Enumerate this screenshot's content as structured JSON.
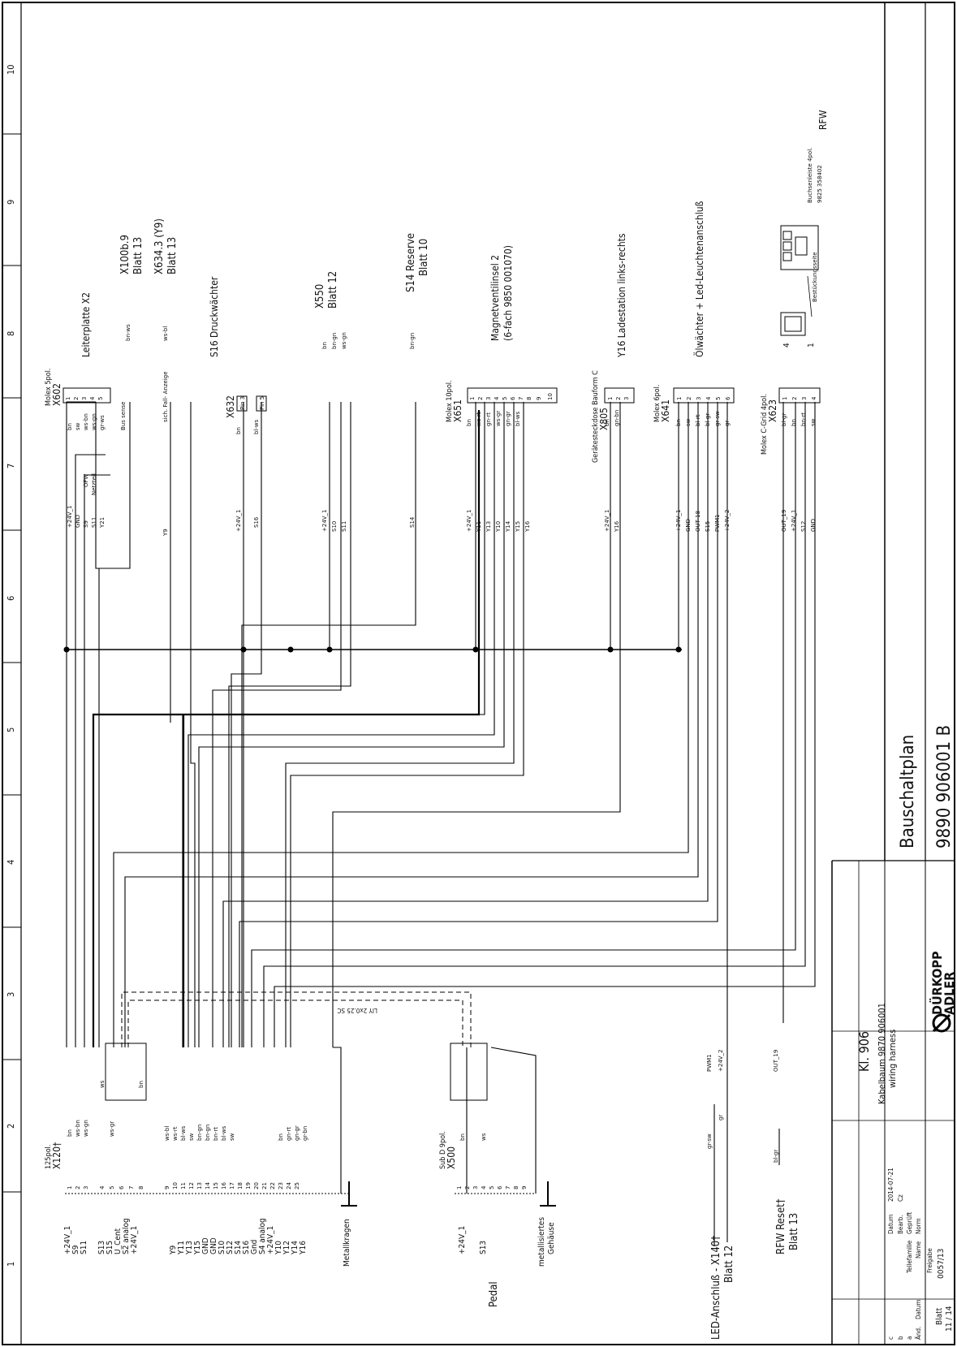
{
  "frame": {
    "ruler_numbers": [
      "1",
      "2",
      "3",
      "4",
      "5",
      "6",
      "7",
      "8",
      "9",
      "10"
    ]
  },
  "title_block": {
    "doc_type": "Bauschaltplan",
    "number": "9890  906001 B",
    "sheet_label": "Blatt",
    "sheet_value": "11 / 14",
    "class": "Kl. 906",
    "cable_title": "Kabelbaum 9870 906001",
    "cable_subtitle": "wiring harness",
    "company_line1": "DÜRKOPP",
    "company_line2": "ADLER",
    "teilefamilie_label": "Teilefamilie",
    "freigabe_label": "Freigabe",
    "freigabe_value": "0057/13",
    "datum_label": "Datum",
    "datum_value": "2014-07-21",
    "bearb_label": "Bearb.",
    "bearb_value": "Cz",
    "geprueft_label": "Geprüft",
    "norm_label": "Norm",
    "name_label": "Name",
    "rev_c": "c",
    "rev_b": "b",
    "rev_a": "a",
    "aend_label": "Änd.",
    "aend_datum": "Datum"
  },
  "connectors": {
    "x602": {
      "type": "Molex 5pol.",
      "name": "X602",
      "target": "Leiterplatte X2",
      "signals": [
        "+24V_1",
        "GND",
        "S9",
        "S11",
        "Y21"
      ],
      "pins": [
        "1",
        "2",
        "3",
        "4",
        "5"
      ],
      "colors": [
        "bn",
        "sw",
        "ws-bn",
        "ws-gn",
        "gr-ws"
      ],
      "mid": [
        "OFW",
        "Netzteil"
      ],
      "bus": "Bus sense"
    },
    "x100": {
      "name": "X100b.9",
      "sheet": "Blatt 13",
      "wire": "bn-ws"
    },
    "x634": {
      "name": "X634.3  (Y9)",
      "sheet": "Blatt 13",
      "func": "sich. Fall- Anzeige",
      "wire": "ws-bl",
      "signal": "Y9"
    },
    "x632": {
      "name": "X632",
      "func": "S16  Druckwächter",
      "signals": [
        "+24V_1",
        "S16"
      ],
      "pins": [
        "Pin 3",
        "Pin 5"
      ],
      "colors": [
        "bn",
        "bl-ws"
      ]
    },
    "x550": {
      "name": "X550",
      "sheet": "Blatt 12",
      "signals": [
        "+24V_1",
        "S10",
        "S11"
      ],
      "colors": [
        "bn",
        "bn-gn",
        "ws-gn"
      ]
    },
    "s14": {
      "name": "S14  Reserve",
      "sheet": "Blatt 10",
      "signal": "S14",
      "wire": "bn-gn"
    },
    "x651": {
      "type": "Molex 10pol.",
      "name": "X651",
      "target": "Magnetventilinsel 2",
      "target_sub": "(6-fach 9850 001070)",
      "signals": [
        "+24V_1",
        "Y11",
        "Y13",
        "Y10",
        "Y14",
        "Y15",
        "Y16"
      ],
      "colors": [
        "bn",
        "ws-rt",
        "gn-rt",
        "ws-gr",
        "gn-gr",
        "bl-ws"
      ],
      "pins": [
        "1",
        "2",
        "3",
        "4",
        "5",
        "6",
        "7",
        "8",
        "9",
        "10"
      ]
    },
    "x805": {
      "type": "Gerätesteckdose Bauform C",
      "name": "X805",
      "target": "Y16  Ladestation links-rechts",
      "signals": [
        "+24V_1",
        "Y16"
      ],
      "colors": [
        "bn",
        "gn-bn"
      ],
      "pins": [
        "1",
        "2",
        "3"
      ]
    },
    "x641": {
      "type": "Molex 6pol.",
      "name": "X641",
      "target": "Ölwächter + Led-Leuchtenanschluß",
      "signals": [
        "+24V_1",
        "GND",
        "OUT 18",
        "S15",
        "PWM1",
        "+24V_2"
      ],
      "colors": [
        "bn",
        "sw",
        "bl-rt",
        "bl-gr",
        "gr-sw",
        "gr"
      ],
      "pins": [
        "1",
        "2",
        "3",
        "4",
        "5",
        "6"
      ]
    },
    "x623": {
      "type": "Molex C-Grid 4pol.",
      "name": "X623",
      "signals": [
        "OUT_19",
        "+24V_1",
        "S12",
        "GND"
      ],
      "colors": [
        "bl-gr",
        "bn",
        "bn-rt",
        "sw"
      ],
      "pins": [
        "1",
        "2",
        "3",
        "4"
      ]
    },
    "rfw": {
      "label": "RFW",
      "socket": "Buchsenleiste 4pol.",
      "socket_part": "9825 358402",
      "side": "Bestückungsseite",
      "pin4": "4",
      "pin1": "1"
    },
    "x120": {
      "type": "125pol.",
      "name": "X120†",
      "group1": [
        "+24V_1",
        "S9",
        "S11"
      ],
      "group2": [
        "S13",
        "S15",
        "U_Cent",
        "S2 analog",
        "+24V_1"
      ],
      "group3": [
        "Y9",
        "Y11",
        "Y13",
        "Y15",
        "GND",
        "GND",
        "S10",
        "S12",
        "S14",
        "S16",
        "Gnd",
        "S4 analog",
        "+24V_1",
        "Y10",
        "Y12",
        "Y14",
        "Y16"
      ],
      "metal": "Metallkragen",
      "pin_labels": [
        "1",
        "2",
        "3",
        "4",
        "5",
        "6",
        "7",
        "8",
        "9",
        "10",
        "11",
        "12",
        "13",
        "14",
        "15",
        "16",
        "17",
        "18",
        "19",
        "20",
        "21",
        "22",
        "23",
        "24",
        "25"
      ],
      "colors": [
        "bn",
        "ws-bn",
        "ws-gn",
        "ws",
        "ws-gr",
        "bn",
        "ws-bl",
        "ws-rt",
        "bl-ws",
        "sw",
        "bn-gn",
        "bn-gn",
        "bn-rt",
        "bl-ws",
        "sw",
        "bn",
        "gn-rt",
        "gn-gr",
        "gr-bn"
      ]
    },
    "x500": {
      "type": "Sub D 9pol.",
      "name": "X500",
      "signals": [
        "+24V_1",
        "S13"
      ],
      "colors": [
        "bn",
        "ws"
      ],
      "func": "Pedal",
      "housing1": "metallisiertes",
      "housing2": "Gehäuse",
      "pins": [
        "1",
        "2",
        "3",
        "4",
        "5",
        "6",
        "7",
        "8",
        "9"
      ]
    },
    "x140": {
      "label": "LED-Anschluß - X140†",
      "sheet": "Blatt 12",
      "colors": [
        "gr-sw",
        "gr"
      ],
      "signals": [
        "PWM1",
        "+24V_2"
      ]
    },
    "rfwreset": {
      "label": "RFW Reset†",
      "sheet": "Blatt 13",
      "color": "bl-gr",
      "signal": "OUT_19"
    },
    "shield": {
      "label": "LIY 2x0.25 SC"
    }
  }
}
